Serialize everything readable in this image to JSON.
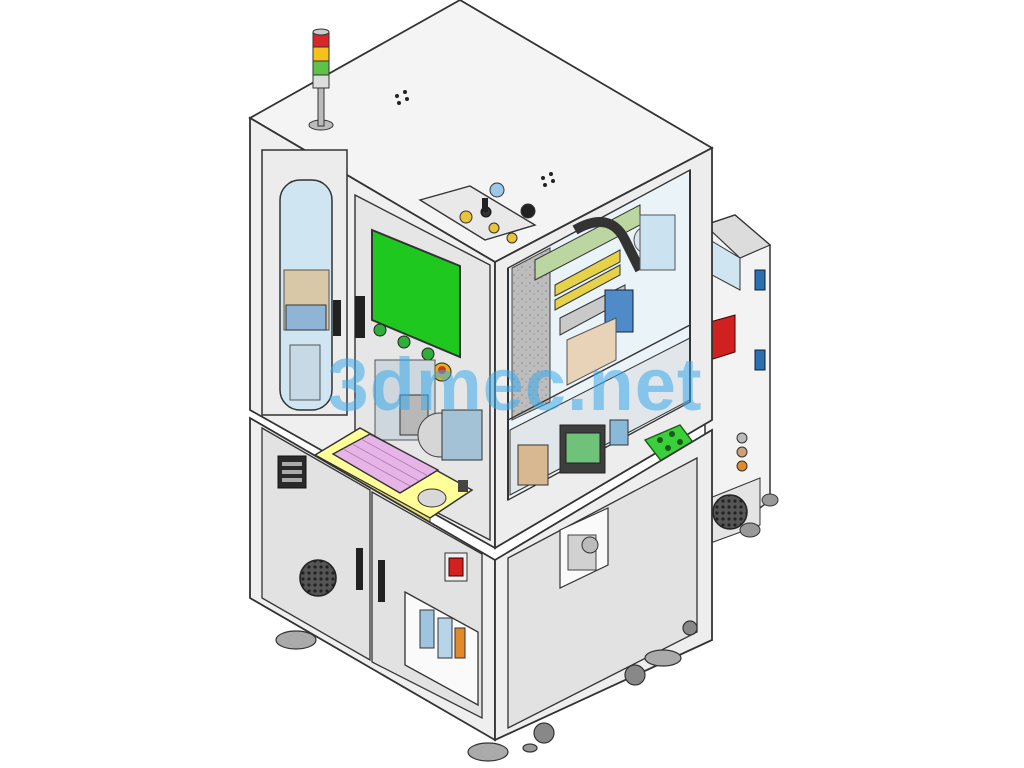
{
  "watermark": {
    "text": "3dmec.net",
    "color": "#3caaeb"
  },
  "model": {
    "signal_tower": {
      "lights": [
        "red",
        "yellow",
        "green"
      ]
    },
    "hmi_screen": {
      "color": "#1ec81e"
    },
    "keyboard": {
      "color": "#e6b4e6"
    },
    "keyboard_tray": {
      "color": "#ffff9a"
    },
    "indicator_plate": {
      "color": "#3ccf3c"
    },
    "warning_label": {
      "color": "#d02020"
    },
    "frame_color": "#f2f2f2",
    "panel_color": "#e2e2e2",
    "glass_tint": "#cfe6f2"
  }
}
